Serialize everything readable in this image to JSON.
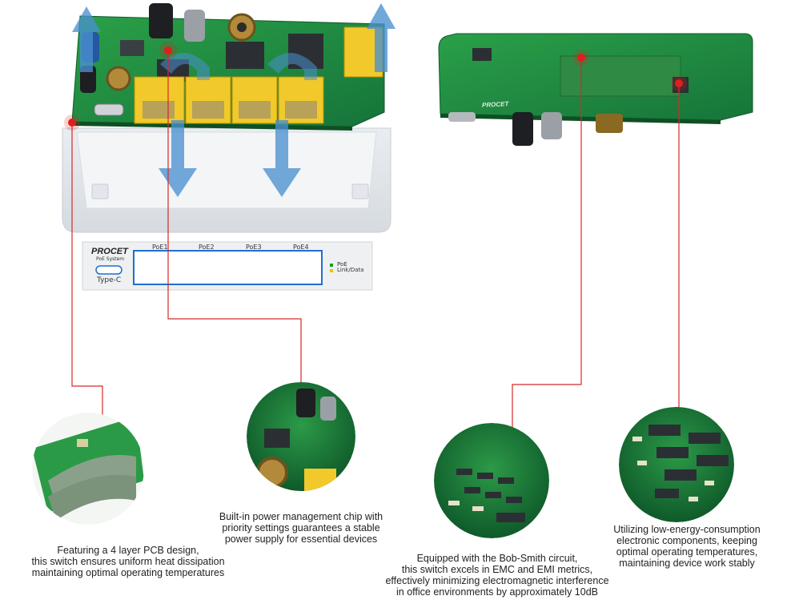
{
  "front_panel": {
    "brand": "PROCET",
    "brand_sub": "PoE System",
    "type_c_label": "Type-C",
    "ports": [
      "PoE1",
      "PoE2",
      "PoE3",
      "PoE4"
    ],
    "legend": [
      {
        "label": "PoE",
        "color": "#1a9a2a"
      },
      {
        "label": "Link/Data",
        "color": "#e2c400"
      }
    ]
  },
  "pcb_silkscreen": {
    "brand": "PROCET"
  },
  "colors": {
    "callout_line": "#d42a2a",
    "marker": "#e01e1e",
    "pcb_green": "#1f8a3c",
    "port_yellow": "#f1c92a",
    "airflow_blue": "#4a90d0",
    "frame_blue": "#1f6fd1"
  },
  "features": [
    {
      "id": "pcb",
      "text": [
        "Featuring a 4 layer PCB design,",
        "this switch ensures uniform heat dissipation",
        "maintaining optimal operating temperatures"
      ]
    },
    {
      "id": "power",
      "text": [
        "Built-in power management chip with",
        "priority settings guarantees a stable",
        "power supply for essential devices"
      ]
    },
    {
      "id": "bobsmith",
      "text": [
        "Equipped with the Bob-Smith circuit,",
        "this switch excels in EMC and EMI metrics,",
        "effectively minimizing electromagnetic interference",
        "in office environments by approximately 10dB"
      ]
    },
    {
      "id": "lowenergy",
      "text": [
        "Utilizing low-energy-consumption",
        "electronic components, keeping",
        "optimal operating temperatures,",
        "maintaining device work stably"
      ]
    }
  ]
}
